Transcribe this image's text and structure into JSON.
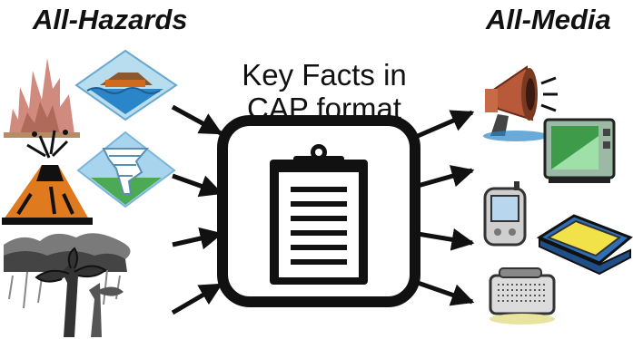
{
  "headings": {
    "left": "All-Hazards",
    "right": "All-Media"
  },
  "center": {
    "line1": "Key Facts in",
    "line2": "CAP format"
  },
  "icons": {
    "hazards": [
      "fire-icon",
      "flood-icon",
      "volcano-icon",
      "tornado-icon",
      "storm-icon"
    ],
    "media": [
      "megaphone-icon",
      "television-icon",
      "pda-icon",
      "laptop-icon",
      "radio-icon"
    ],
    "center": "clipboard-icon"
  },
  "colors": {
    "text": "#111111",
    "box": "#111111",
    "flood_water": "#2a86c8",
    "volcano": "#e07a1e",
    "tv_screen": "#3d9b4a",
    "laptop_screen": "#f2e24a"
  }
}
